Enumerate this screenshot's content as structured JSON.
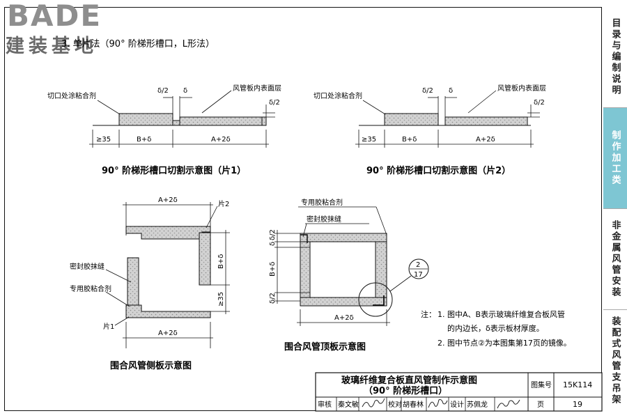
{
  "logo": {
    "brand": "BADE",
    "subtitle": "建装基地"
  },
  "section_title": "3. 单片法（90° 阶梯形槽口，L形法）",
  "fig1": {
    "title": "90° 阶梯形槽口切割示意图（片1）",
    "glue_label": "切口处涂粘合剂",
    "inner_surface_label": "风管板内表面层",
    "delta_half": "δ/2",
    "delta": "δ",
    "dim_min": "≥35",
    "dim_b": "B+δ",
    "dim_a": "A+2δ"
  },
  "fig2": {
    "title": "90° 阶梯形槽口切割示意图（片2）",
    "glue_label": "切口处涂粘合剂",
    "inner_surface_label": "风管板内表面层",
    "delta_half": "δ/2",
    "delta": "δ",
    "dim_min": "≥35",
    "dim_b": "B+δ",
    "dim_a": "A+2δ"
  },
  "fig3": {
    "title": "围合风管侧板示意图",
    "dim_a_top": "A+2δ",
    "dim_a_bottom": "A+2δ",
    "dim_b": "B+δ",
    "dim_min": "≥35",
    "piece2": "片2",
    "piece1": "片1",
    "seal_label": "密封胶抹缝",
    "glue_label": "专用胶粘合剂"
  },
  "fig4": {
    "title": "围合风管顶板示意图",
    "glue_label": "专用胶粘合剂",
    "seal_label": "密封胶抹缝",
    "delta_half_top": "δ/2",
    "delta_top": "δ",
    "dim_b": "B+δ",
    "delta_half_bottom": "δ/2",
    "dim_a": "A+2δ",
    "node_num": "2",
    "node_page": "17"
  },
  "notes": {
    "label": "注：",
    "line1": "1. 图中A、B表示玻璃纤维复合板风管",
    "line1b": "的内边长，δ表示板材厚度。",
    "line2": "2. 图中节点②为本图集第17页的镜像。"
  },
  "title_block": {
    "title1": "玻璃纤维复合板直风管制作示意图",
    "title2": "（90° 阶梯形槽口）",
    "atlas_label": "图集号",
    "atlas_no": "15K114",
    "review_label": "审核",
    "review_name": "秦文敏",
    "check_label": "校对",
    "check_name": "胡春林",
    "design_label": "设计",
    "design_name": "苏佩龙",
    "page_label": "页",
    "page_no": "19"
  },
  "sidebar": {
    "items": [
      {
        "label": "目录与编制说明",
        "active": false
      },
      {
        "label": "制作加工类",
        "active": true
      },
      {
        "label": "非金属风管安装",
        "active": false
      },
      {
        "label": "装配式风管支吊架",
        "active": false
      }
    ]
  },
  "colors": {
    "accent": "#7ec6d3",
    "line": "#111111",
    "insulation": "#cfcfcf"
  }
}
